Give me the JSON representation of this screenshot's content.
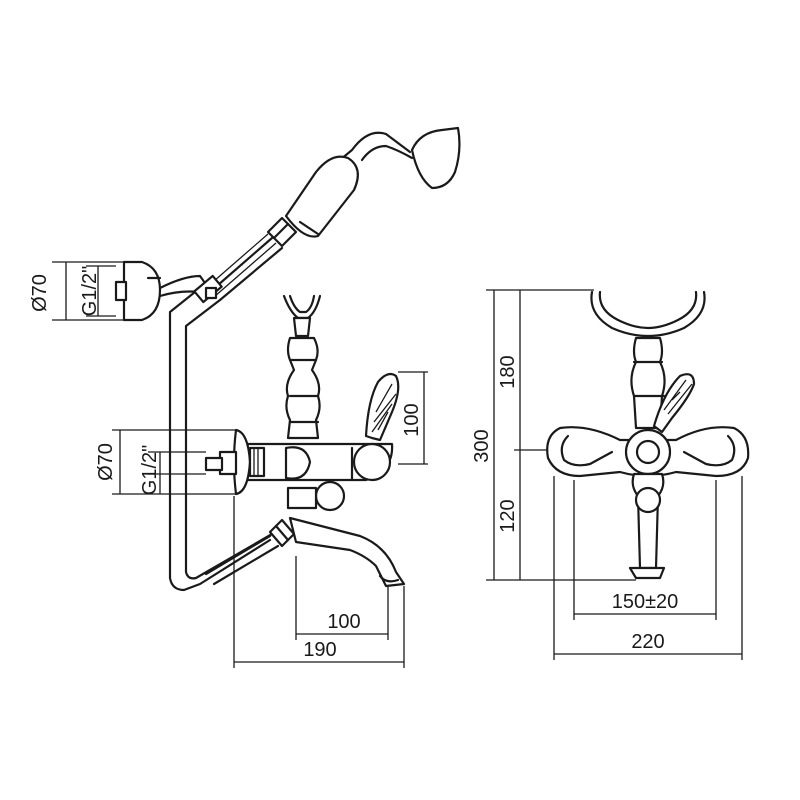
{
  "drawing": {
    "handshower_connector": {
      "diameter": "Ø70",
      "thread": "G1/2\""
    },
    "wall_connector": {
      "diameter": "Ø70",
      "thread": "G1/2\""
    },
    "side_view": {
      "lever_height": "100",
      "spout_reach": "100",
      "total_depth": "190"
    },
    "front_view": {
      "total_height": "300",
      "upper_height": "180",
      "lower_height": "120",
      "centre_distance": "150±20",
      "total_width": "220"
    }
  }
}
